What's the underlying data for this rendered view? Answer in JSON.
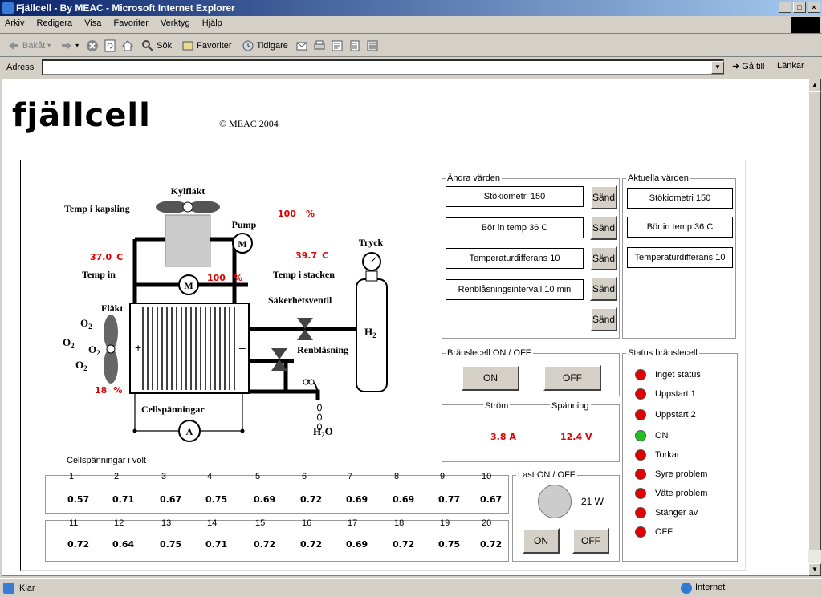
{
  "window": {
    "title": "Fjällcell - By MEAC - Microsoft Internet Explorer"
  },
  "menu": [
    "Arkiv",
    "Redigera",
    "Visa",
    "Favoriter",
    "Verktyg",
    "Hjälp"
  ],
  "toolbar": {
    "back": "Bakåt",
    "search": "Sök",
    "favorites": "Favoriter",
    "history": "Tidigare"
  },
  "address": {
    "label": "Adress",
    "value": "",
    "go": "Gå till",
    "links": "Länkar"
  },
  "status": {
    "text": "Klar",
    "zone": "Internet"
  },
  "page": {
    "logo": "fjällcell",
    "copyright": "© MEAC 2004",
    "diagram": {
      "kylflakt": "Kylfläkt",
      "temp_kapsling": "Temp i kapsling",
      "pump": "Pump",
      "pump_pct": "100",
      "pct_symbol": "%",
      "temp_in_val": "37.0",
      "temp_stack_val": "39.7",
      "temp_unit": "C",
      "tryck": "Tryck",
      "temp_in": "Temp in",
      "motor_pct": "100",
      "temp_stacken": "Temp i stacken",
      "flakt": "Fläkt",
      "sakerhetsventil": "Säkerhetsventil",
      "renblasning": "Renblåsning",
      "o2": "O",
      "o2_sub": "2",
      "h2": "H",
      "h2_sub": "2",
      "h2o_pre": "H",
      "h2o_sub": "2",
      "h2o_post": "O",
      "flakt_pct": "18",
      "cellspanningar": "Cellspänningar",
      "ammeter": "A",
      "motor": "M",
      "plus": "+",
      "minus": "–"
    },
    "andra": {
      "legend": "Ändra värden",
      "fields": [
        "Stökiometri 150",
        "Bör in temp 36 C",
        "Temperaturdifferans 10",
        "Renblåsningsintervall 10 min"
      ],
      "send": "Sänd"
    },
    "aktuella": {
      "legend": "Aktuella värden",
      "fields": [
        "Stökiometri 150",
        "Bör in temp 36 C",
        "Temperaturdifferans 10"
      ]
    },
    "bransle": {
      "legend": "Bränslecell ON / OFF",
      "on": "ON",
      "off": "OFF"
    },
    "measure": {
      "strom_label": "Ström",
      "spanning_label": "Spänning",
      "strom": "3.8",
      "strom_unit": "A",
      "spanning": "12.4",
      "spanning_unit": "V"
    },
    "statusgrp": {
      "legend": "Status bränslecell",
      "items": [
        {
          "label": "Inget status",
          "color": "#e00000"
        },
        {
          "label": "Uppstart 1",
          "color": "#e00000"
        },
        {
          "label": "Uppstart 2",
          "color": "#e00000"
        },
        {
          "label": "ON",
          "color": "#20c020"
        },
        {
          "label": "Torkar",
          "color": "#e00000"
        },
        {
          "label": "Syre problem",
          "color": "#e00000"
        },
        {
          "label": "Väte problem",
          "color": "#e00000"
        },
        {
          "label": "Stänger av",
          "color": "#e00000"
        },
        {
          "label": "OFF",
          "color": "#e00000"
        }
      ]
    },
    "last": {
      "legend": "Last ON / OFF",
      "watt": "21 W",
      "on": "ON",
      "off": "OFF"
    },
    "cells": {
      "title": "Cellspänningar i volt",
      "row1": {
        "nums": [
          "1",
          "2",
          "3",
          "4",
          "5",
          "6",
          "7",
          "8",
          "9",
          "10"
        ],
        "vals": [
          "0.57",
          "0.71",
          "0.67",
          "0.75",
          "0.69",
          "0.72",
          "0.69",
          "0.69",
          "0.77",
          "0.67"
        ]
      },
      "row2": {
        "nums": [
          "11",
          "12",
          "13",
          "14",
          "15",
          "16",
          "17",
          "18",
          "19",
          "20"
        ],
        "vals": [
          "0.72",
          "0.64",
          "0.75",
          "0.71",
          "0.72",
          "0.72",
          "0.69",
          "0.72",
          "0.75",
          "0.72"
        ]
      }
    }
  }
}
